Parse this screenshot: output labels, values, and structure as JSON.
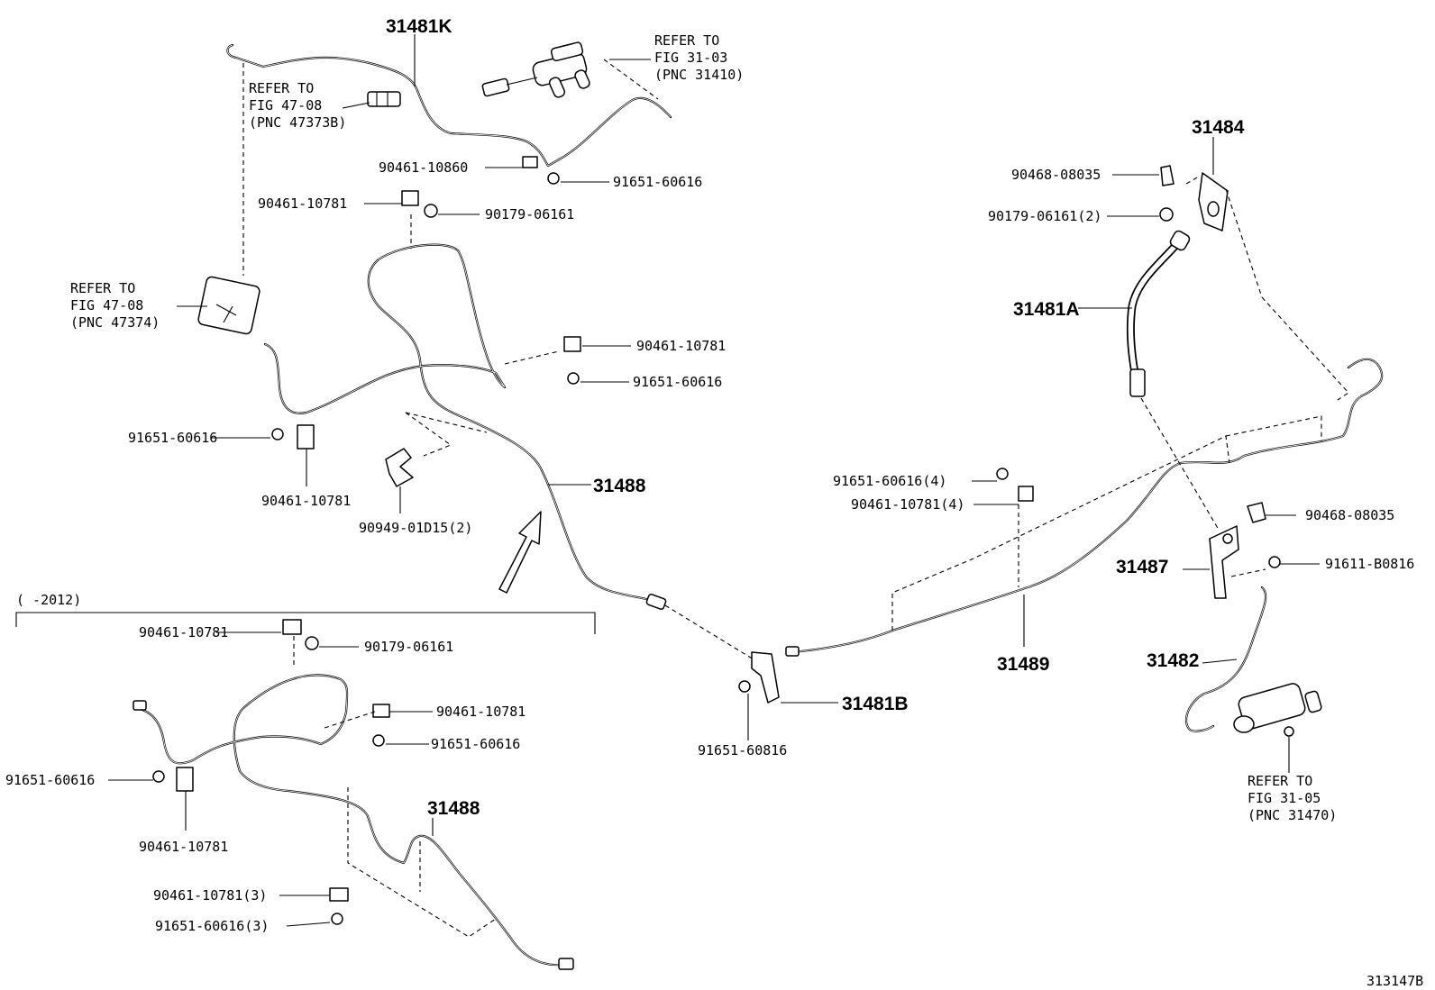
{
  "part_numbers": {
    "p31481K": "31481K",
    "p31484": "31484",
    "p31481A": "31481A",
    "p31488_top": "31488",
    "p31488_bottom": "31488",
    "p31489": "31489",
    "p31487": "31487",
    "p31482": "31482",
    "p31481B": "31481B"
  },
  "fasteners": {
    "f90461_10860": "90461-10860",
    "f91651_60616_top": "91651-60616",
    "f90461_10781_top": "90461-10781",
    "f90179_06161_top": "90179-06161",
    "f90461_10781_mid": "90461-10781",
    "f91651_60616_mid": "91651-60616",
    "f91651_60616_left": "91651-60616",
    "f90461_10781_left": "90461-10781",
    "f90949_01D15": "90949-01D15(2)",
    "f90468_08035_top": "90468-08035",
    "f90179_06161_2": "90179-06161(2)",
    "f91651_60616_4": "91651-60616(4)",
    "f90461_10781_4": "90461-10781(4)",
    "f90468_08035_r": "90468-08035",
    "f91611_B0816": "91611-B0816",
    "f91651_60816": "91651-60816",
    "b90461_10781_a": "90461-10781",
    "b90179_06161": "90179-06161",
    "b90461_10781_b": "90461-10781",
    "b91651_60616_a": "91651-60616",
    "b91651_60616_b": "91651-60616",
    "b90461_10781_c": "90461-10781",
    "b90461_10781_3": "90461-10781(3)",
    "b91651_60616_3": "91651-60616(3)"
  },
  "refs": {
    "r1": [
      "REFER TO",
      "FIG 31-03",
      "(PNC 31410)"
    ],
    "r2": [
      "REFER TO",
      "FIG 47-08",
      "(PNC 47373B)"
    ],
    "r3": [
      "REFER TO",
      "FIG 47-08",
      "(PNC 47374)"
    ],
    "r4": [
      "REFER TO",
      "FIG 31-05",
      "(PNC 31470)"
    ]
  },
  "date_range": "(    -2012)",
  "figure_code": "313147B"
}
